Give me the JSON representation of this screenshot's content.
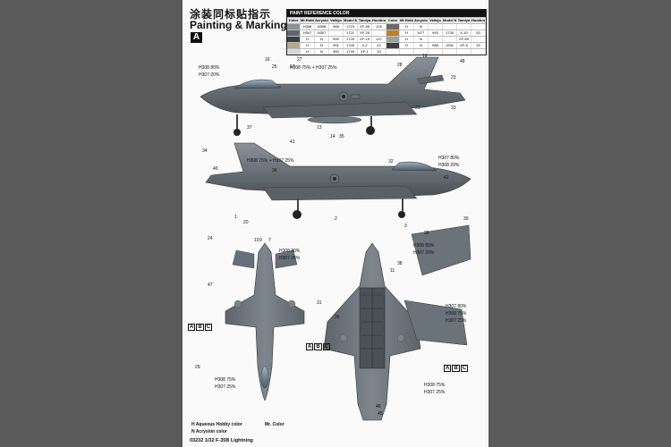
{
  "title_cn": "涂装同标贴指示",
  "title_en": "Painting & Marking guide",
  "scheme_badge": "A",
  "ref_title": "PAINT REFERENCE COLOR",
  "ref_headers": [
    "Color",
    "Mr.Hobby",
    "Acrysion",
    "Vallejo",
    "Model Master",
    "Tamiya",
    "Humbrol",
    "Color",
    "Mr.Hobby",
    "Acrysion",
    "Vallejo",
    "Model Master",
    "Tamiya",
    "Humbrol"
  ],
  "ref_rows": [
    [
      "",
      "H308",
      "N308",
      "988",
      "1723",
      "XF-56",
      "125",
      "",
      "H",
      "N",
      "",
      "",
      "",
      ""
    ],
    [
      "",
      "H307",
      "N307",
      "",
      "1721",
      "XF-28",
      "",
      "",
      "H",
      "N77",
      "993",
      "1735",
      "X-10",
      "53"
    ],
    [
      "",
      "H",
      "N",
      "990",
      "1725",
      "XF-19",
      "127",
      "",
      "H",
      "N",
      "",
      "",
      "XF-69",
      ""
    ],
    [
      "",
      "H",
      "N",
      "991",
      "1745",
      "X-2",
      "22",
      "",
      "H",
      "N",
      "986",
      "1931",
      "XF-6",
      "33"
    ],
    [
      "",
      "H",
      "N",
      "950",
      "1749",
      "XF-1",
      "33",
      "",
      "",
      "",
      "",
      "",
      "",
      ""
    ]
  ],
  "callouts": {
    "side1_a": "H308 80%",
    "side1_b": "H307 20%",
    "side1_c": "H308 75% + H307 25%",
    "side2_a": "H308 75% + H307 25%",
    "side2_b": "H307 80%",
    "side2_c": "H308 20%",
    "wing_a": "H308 80%",
    "wing_b": "H307 20%",
    "tail_a": "H307 80%",
    "tail_b": "H308 75%",
    "tail_c": "H307 25%",
    "bottom_a": "H308 80%",
    "bottom_b": "H307 20%",
    "bottom_c": "H308 75%",
    "bottom_d": "H307 25%",
    "bottom_e": "H308 75%",
    "bottom_f": "H307 25%"
  },
  "numbers": [
    "16",
    "25",
    "27",
    "17",
    "28",
    "19",
    "48",
    "23",
    "33",
    "21",
    "37",
    "13",
    "14",
    "35",
    "41",
    "34",
    "40",
    "36",
    "32",
    "42",
    "1",
    "2",
    "3",
    "26",
    "20",
    "10",
    "9",
    "7",
    "24",
    "30",
    "31",
    "39",
    "46",
    "45",
    "29",
    "38",
    "11",
    "47"
  ],
  "abc_labels": [
    "A",
    "B",
    "C"
  ],
  "legend": {
    "h_line": "H Aqueous Hobby color",
    "n_line": "N Acrysion color",
    "mr_line": "Mr. Color"
  },
  "footer": "03232 1/32  F-35B Lightning"
}
